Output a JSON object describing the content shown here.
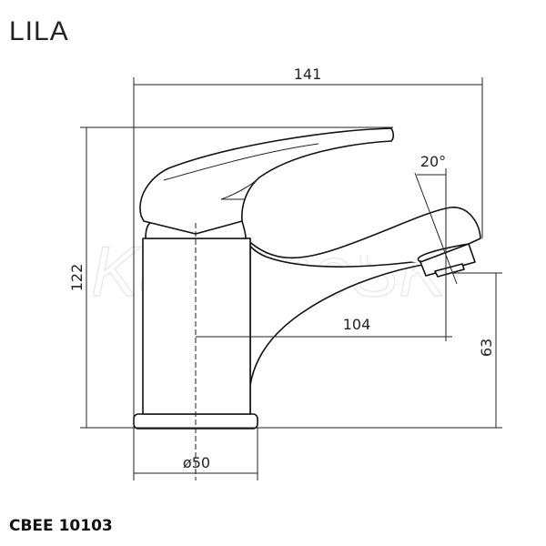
{
  "title": "LILA",
  "product_code": "CBEE 10103",
  "watermark": "KupelneSK",
  "dimensions": {
    "total_length": "141",
    "total_height": "122",
    "spout_reach": "104",
    "spout_height": "63",
    "base_diameter": "ø50",
    "spout_angle": "20°"
  }
}
